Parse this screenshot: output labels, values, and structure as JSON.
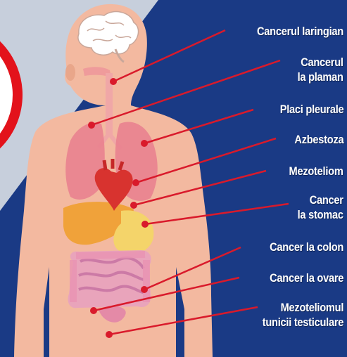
{
  "colors": {
    "background_navy": "#1a3a85",
    "background_grey": "#c7cfdc",
    "skin": "#f3b9a0",
    "leader_line": "#d91a2b",
    "warning_red": "#e3121b",
    "label_text": "#ffffff"
  },
  "labels": [
    {
      "id": "laryngeal",
      "line1": "Cancerul laringian",
      "line2": ""
    },
    {
      "id": "lung",
      "line1": "Cancerul",
      "line2": "la plaman"
    },
    {
      "id": "pleural",
      "line1": "Placi pleurale",
      "line2": ""
    },
    {
      "id": "asbestosis",
      "line1": "Azbestoza",
      "line2": ""
    },
    {
      "id": "mesothelioma",
      "line1": "Mezoteliom",
      "line2": ""
    },
    {
      "id": "stomach",
      "line1": "Cancer",
      "line2": "la stomac"
    },
    {
      "id": "colon",
      "line1": "Cancer la colon",
      "line2": ""
    },
    {
      "id": "ovary",
      "line1": "Cancer la ovare",
      "line2": ""
    },
    {
      "id": "testicular",
      "line1": "Mezoteliomul",
      "line2": "tunicii testiculare"
    }
  ]
}
